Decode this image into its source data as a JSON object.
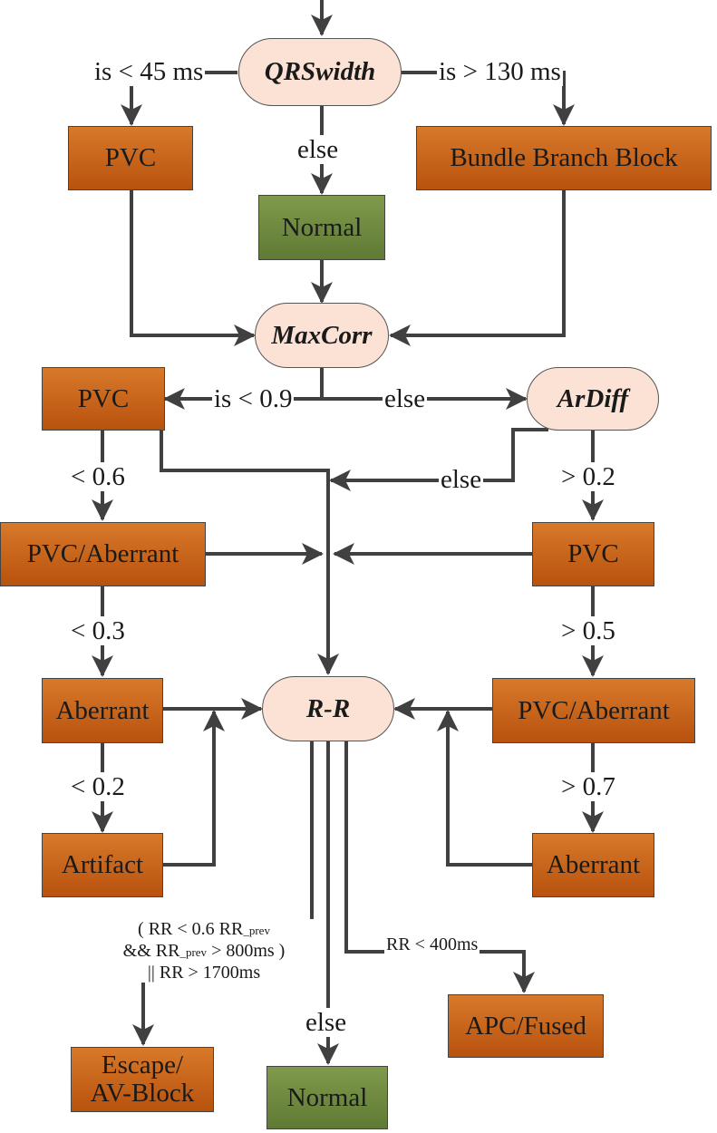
{
  "nodes": {
    "qrswidth": "QRSwidth",
    "pvc_top": "PVC",
    "bbb": "Bundle Branch Block",
    "normal_top": "Normal",
    "maxcorr": "MaxCorr",
    "pvc_left1": "PVC",
    "ardiff": "ArDiff",
    "pvc_aberrant_left": "PVC/Aberrant",
    "pvc_right": "PVC",
    "aberrant_left": "Aberrant",
    "rr": "R-R",
    "pvc_aberrant_right": "PVC/Aberrant",
    "artifact": "Artifact",
    "aberrant_right": "Aberrant",
    "apc_fused": "APC/Fused",
    "escape_line1": "Escape/",
    "escape_line2": "AV-Block",
    "normal_bottom": "Normal"
  },
  "edge_labels": {
    "lt45": "is < 45 ms",
    "gt130": "is > 130 ms",
    "else_qrs": "else",
    "lt09": "is < 0.9",
    "else_maxcorr": "else",
    "else_ardiff": "else",
    "lt06": "< 0.6",
    "gt02": "> 0.2",
    "lt03": "< 0.3",
    "gt05": "> 0.5",
    "lt02": "< 0.2",
    "gt07": "> 0.7",
    "rr_lt400": "RR < 400ms",
    "else_rr": "else",
    "escape_cond": {
      "l1a": "( RR < 0.6 RR",
      "l1sub": "_prev",
      "l2a": "&& RR",
      "l2sub": "_prev",
      "l2b": " > 800ms )",
      "l3": "|| RR > 1700ms"
    }
  },
  "colors": {
    "box_orange": "#c8601a",
    "box_green": "#6f8a3f",
    "decision_fill": "#fbe2d4",
    "line": "#404040"
  }
}
